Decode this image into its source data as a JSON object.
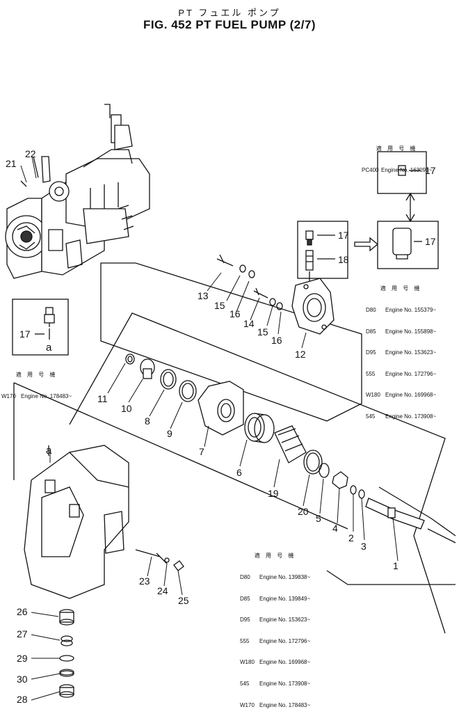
{
  "title_jp": "PT フュエル ポンプ",
  "title_en": "FIG. 452  PT FUEL PUMP (2/7)",
  "callouts": [
    "1",
    "2",
    "3",
    "4",
    "5",
    "6",
    "7",
    "8",
    "9",
    "10",
    "11",
    "12",
    "13",
    "14",
    "15",
    "16",
    "17",
    "18",
    "19",
    "20",
    "21",
    "22",
    "23",
    "24",
    "25",
    "26",
    "27",
    "28",
    "29",
    "30"
  ],
  "ref_letter": "a",
  "serial_blocks": {
    "pc400": {
      "header": "適 用 号 機",
      "rows": [
        {
          "model": "PC400",
          "engine": "Engine No. 163093~"
        }
      ]
    },
    "right": {
      "header": "適 用 号 機",
      "rows": [
        {
          "model": "D80",
          "engine": "Engine No. 155379~"
        },
        {
          "model": "D85",
          "engine": "Engine No. 155898~"
        },
        {
          "model": "D95",
          "engine": "Engine No. 153623~"
        },
        {
          "model": "555",
          "engine": "Engine No. 172796~"
        },
        {
          "model": "W180",
          "engine": "Engine No. 169968~"
        },
        {
          "model": "545",
          "engine": "Engine No. 173908~"
        }
      ]
    },
    "w170": {
      "header": "適 用 号 機",
      "rows": [
        {
          "model": "W170",
          "engine": "Engine No. 178483~"
        }
      ]
    },
    "bottom": {
      "header": "適 用 号 機",
      "rows": [
        {
          "model": "D80",
          "engine": "Engine No. 139838~"
        },
        {
          "model": "D85",
          "engine": "Engine No. 139849~"
        },
        {
          "model": "D95",
          "engine": "Engine No. 153623~"
        },
        {
          "model": "555",
          "engine": "Engine No. 172796~"
        },
        {
          "model": "W180",
          "engine": "Engine No. 169968~"
        },
        {
          "model": "545",
          "engine": "Engine No. 173908~"
        },
        {
          "model": "W170",
          "engine": "Engine No. 178483~"
        }
      ]
    }
  }
}
